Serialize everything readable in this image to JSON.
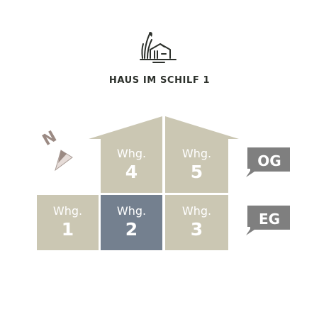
{
  "header": {
    "logo_icon": "house-reeds-icon",
    "title": "HAUS IM SCHILF 1"
  },
  "compass": {
    "icon": "compass-north-icon",
    "letter": "N"
  },
  "colors": {
    "unit": "#cbc7b3",
    "unit_active": "#74808f",
    "tag": "#7f7f7f",
    "title": "#2c302b"
  },
  "floors": {
    "og": {
      "label": "OG"
    },
    "eg": {
      "label": "EG"
    }
  },
  "units": [
    {
      "label": "Whg.",
      "number": "1",
      "active": false
    },
    {
      "label": "Whg.",
      "number": "2",
      "active": true
    },
    {
      "label": "Whg.",
      "number": "3",
      "active": false
    },
    {
      "label": "Whg.",
      "number": "4",
      "active": false
    },
    {
      "label": "Whg.",
      "number": "5",
      "active": false
    }
  ]
}
